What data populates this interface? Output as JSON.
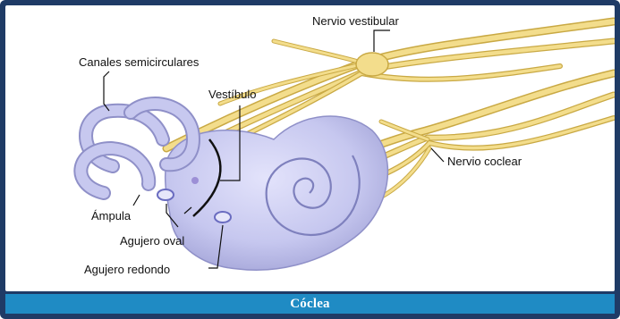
{
  "caption": "Cóclea",
  "labels": {
    "canales": "Canales semicirculares",
    "vestibulo": "Vestíbulo",
    "nervio_vestibular": "Nervio vestibular",
    "nervio_coclear": "Nervio coclear",
    "ampula": "Ámpula",
    "agujero_oval": "Agujero oval",
    "agujero_redondo": "Agujero redondo"
  },
  "colors": {
    "frame": "#1f3b66",
    "caption_bar": "#1f8bc4",
    "cochlea": "#c7c8ef",
    "cochlea_edge": "#8f90c8",
    "nerve": "#f0d983",
    "nerve_edge": "#c9a944"
  }
}
